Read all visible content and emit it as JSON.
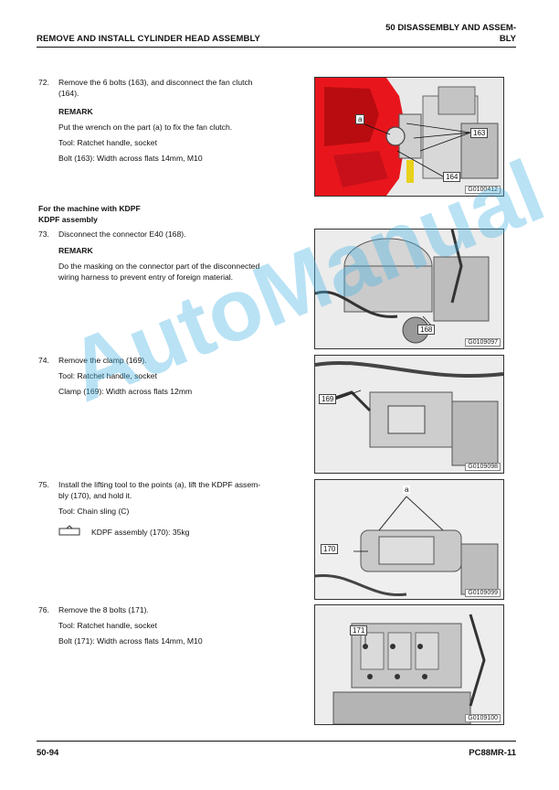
{
  "header": {
    "left_title": "REMOVE AND INSTALL CYLINDER HEAD ASSEMBLY",
    "right_title_line1": "50 DISASSEMBLY AND ASSEM-",
    "right_title_line2": "BLY"
  },
  "footer": {
    "page_number": "50-94",
    "model": "PC88MR-11"
  },
  "watermark": "AutoManual",
  "steps": {
    "s72": {
      "number": "72.",
      "text_line1": "Remove the 6 bolts (163), and disconnect the fan clutch",
      "text_line2": "(164).",
      "remark_label": "REMARK",
      "remark_text": "Put the wrench on the part (a) to fix the fan clutch.",
      "tool": "Tool: Ratchet handle, socket",
      "spec": "Bolt (163): Width across flats 14mm, M10",
      "figure": {
        "code": "G0100412",
        "labels": [
          "a",
          "163",
          "164"
        ]
      }
    },
    "section_heading_line1": "For the machine with KDPF",
    "section_heading_line2": "KDPF assembly",
    "s73": {
      "number": "73.",
      "text": "Disconnect the connector E40 (168).",
      "remark_label": "REMARK",
      "remark_line1": "Do the masking on the connector part of the disconnected",
      "remark_line2": "wiring harness to prevent entry of foreign material.",
      "figure": {
        "code": "G0109097",
        "labels": [
          "168"
        ]
      }
    },
    "s74": {
      "number": "74.",
      "text": "Remove the clamp (169).",
      "tool": "Tool: Ratchet handle, socket",
      "spec": "Clamp (169): Width across flats 12mm",
      "figure": {
        "code": "G0109098",
        "labels": [
          "169"
        ]
      }
    },
    "s75": {
      "number": "75.",
      "text_line1": "Install the lifting tool to the points (a), lift the KDPF assem-",
      "text_line2": "bly (170), and hold it.",
      "tool": "Tool: Chain sling (C)",
      "weight": "KDPF assembly (170): 35kg",
      "weight_icon": "weight-icon",
      "figure": {
        "code": "G0109099",
        "labels": [
          "a",
          "170"
        ]
      }
    },
    "s76": {
      "number": "76.",
      "text": "Remove the 8 bolts (171).",
      "tool": "Tool: Ratchet handle, socket",
      "spec": "Bolt (171): Width across flats 14mm, M10",
      "figure": {
        "code": "G0109100",
        "labels": [
          "171"
        ]
      }
    }
  },
  "colors": {
    "highlight_red": "#e8161c",
    "watermark_blue": "#46b4e6"
  }
}
